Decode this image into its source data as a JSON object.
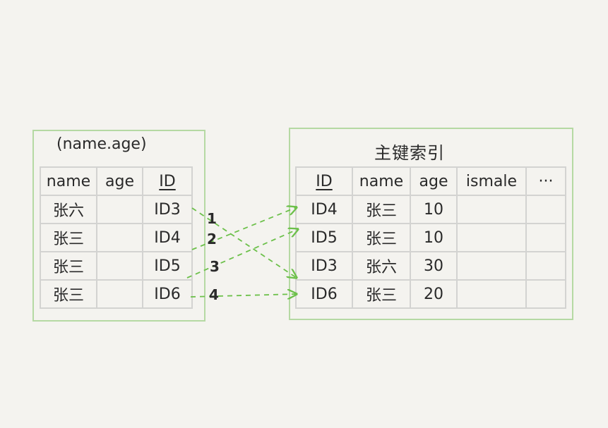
{
  "left": {
    "title": "(name.age)",
    "headers": [
      "name",
      "age",
      "ID"
    ],
    "rows": [
      [
        "张六",
        "",
        "ID3"
      ],
      [
        "张三",
        "",
        "ID4"
      ],
      [
        "张三",
        "",
        "ID5"
      ],
      [
        "张三",
        "",
        "ID6"
      ]
    ]
  },
  "right": {
    "title": "主键索引",
    "headers": [
      "ID",
      "name",
      "age",
      "ismale",
      "···"
    ],
    "rows": [
      [
        "ID4",
        "张三",
        "10",
        "",
        ""
      ],
      [
        "ID5",
        "张三",
        "10",
        "",
        ""
      ],
      [
        "ID3",
        "张六",
        "30",
        "",
        ""
      ],
      [
        "ID6",
        "张三",
        "20",
        "",
        ""
      ]
    ]
  },
  "arrows": {
    "labels": [
      "1",
      "2",
      "3",
      "4"
    ],
    "color": "#6cc04a"
  },
  "colors": {
    "box_border": "#b5d9a3",
    "grid_line": "#d3d3d1",
    "background": "#f4f3ef"
  }
}
